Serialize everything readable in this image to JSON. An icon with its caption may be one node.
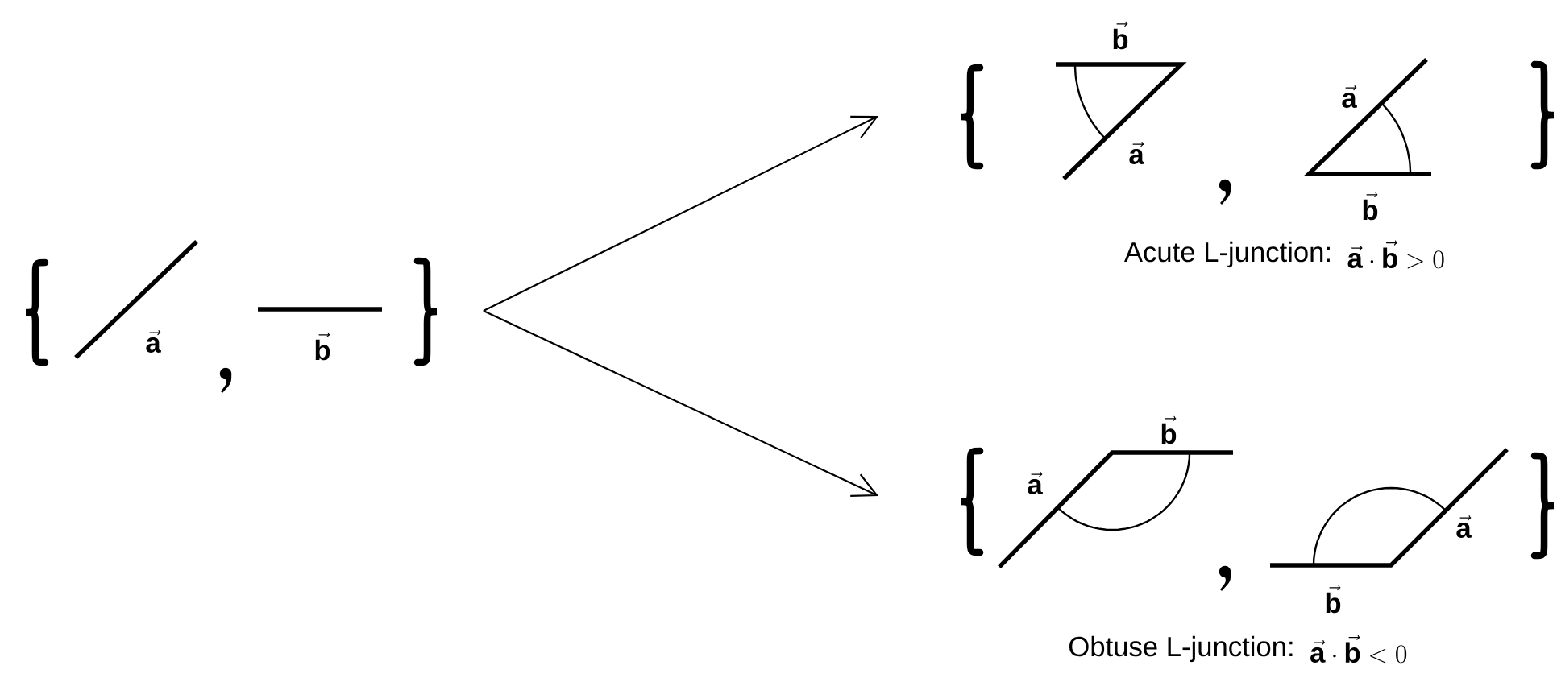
{
  "diagram": {
    "nodes": [
      {
        "text": [
          "\\vec{\\mathbf{a}}",
          "\\vec{\\mathbf{b}}"
        ]
      },
      {
        "text": [
          "\\vec{\\mathbf{b}}",
          "\\vec{\\mathbf{a}}",
          "\\vec{\\mathbf{a}}",
          "\\vec{\\mathbf{b}}"
        ],
        "beside": [
          "Acute L-junction:",
          "\\vec{\\mathbf{a}}\\cdot\\vec{\\mathbf{b}} > 0"
        ]
      },
      {
        "text": [
          "\\vec{\\mathbf{a}}",
          "\\vec{\\mathbf{b}}",
          "\\vec{\\mathbf{a}}",
          "\\vec{\\mathbf{b}}"
        ],
        "beside": [
          "Obtuse L-junction:",
          "\\vec{\\mathbf{a}}\\cdot\\vec{\\mathbf{b}} < 0"
        ]
      }
    ],
    "edges": [
      {
        "from": 0,
        "to": 1,
        "arrow": "to"
      },
      {
        "from": 0,
        "to": 2,
        "arrow": "to"
      }
    ]
  }
}
